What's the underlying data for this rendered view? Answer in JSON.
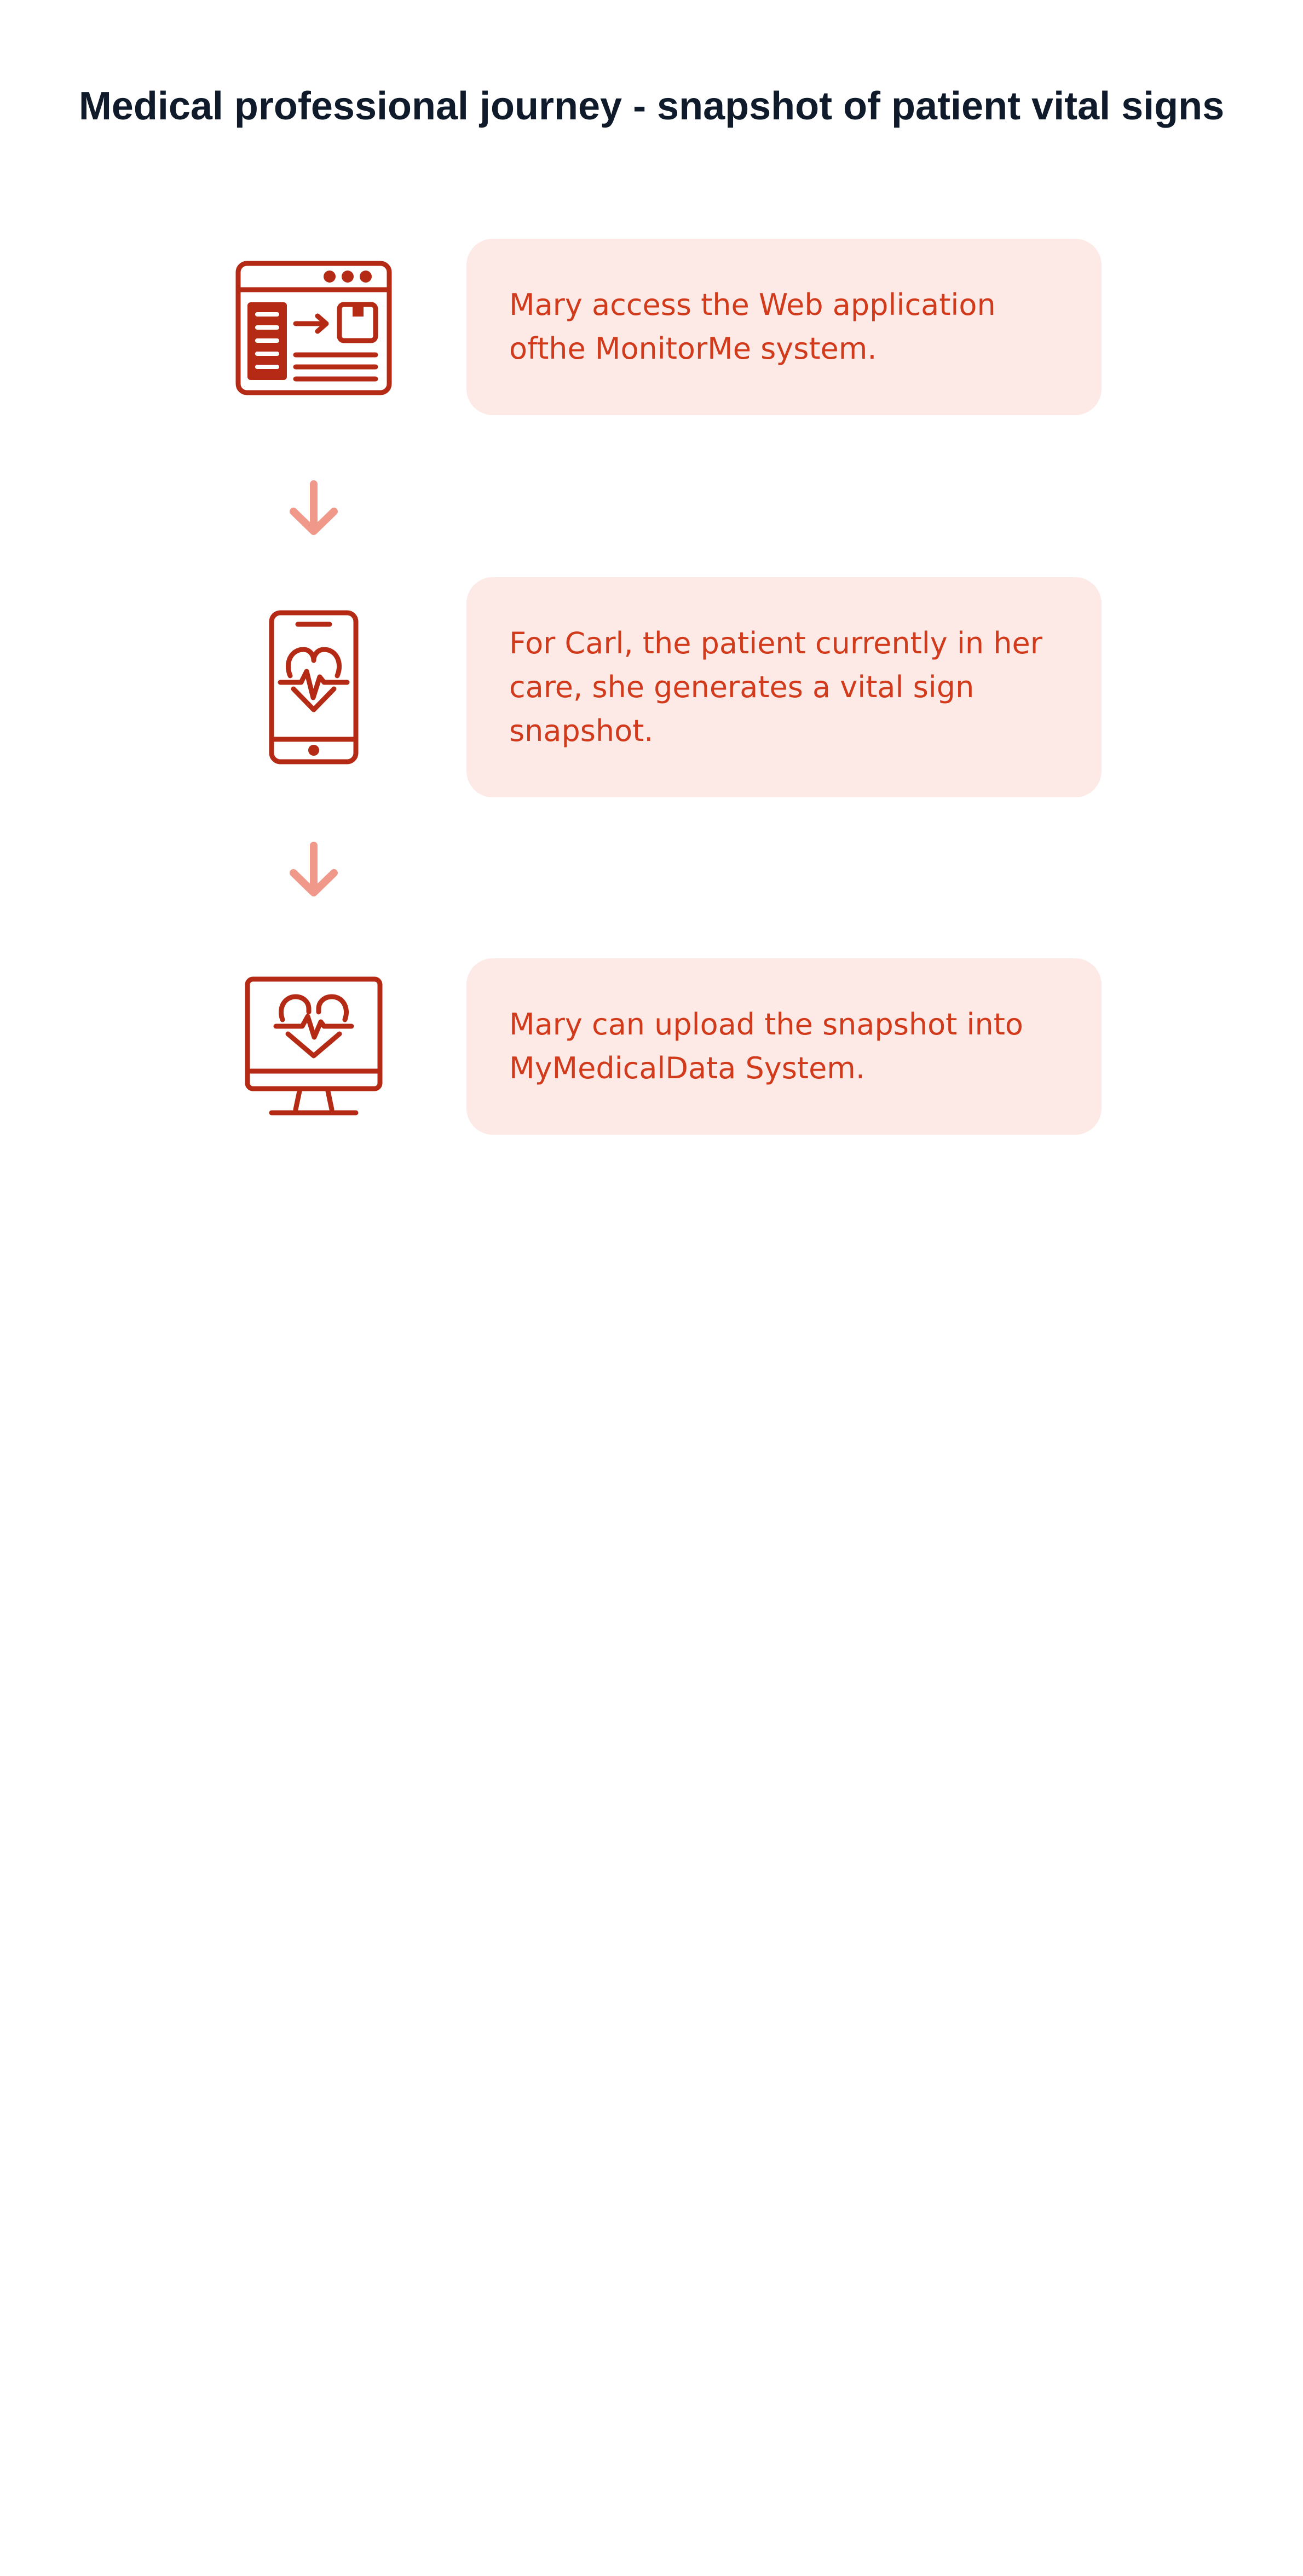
{
  "title": "Medical professional journey - snapshot of patient vital signs",
  "colors": {
    "title": "#0f1b2a",
    "icon": "#b52a14",
    "card_background": "#fde9e6",
    "card_text": "#d13a1a",
    "arrow": "#f0998a"
  },
  "steps": [
    {
      "icon": "web-application-icon",
      "text": "Mary access the Web application ofthe MonitorMe system."
    },
    {
      "icon": "smartphone-heartbeat-icon",
      "text": "For Carl, the patient currently in her care, she generates a vital sign snapshot."
    },
    {
      "icon": "monitor-heartbeat-icon",
      "text": "Mary can upload the snapshot into MyMedicalData System."
    }
  ],
  "connectors": [
    {
      "icon": "arrow-down-icon"
    },
    {
      "icon": "arrow-down-icon"
    }
  ]
}
